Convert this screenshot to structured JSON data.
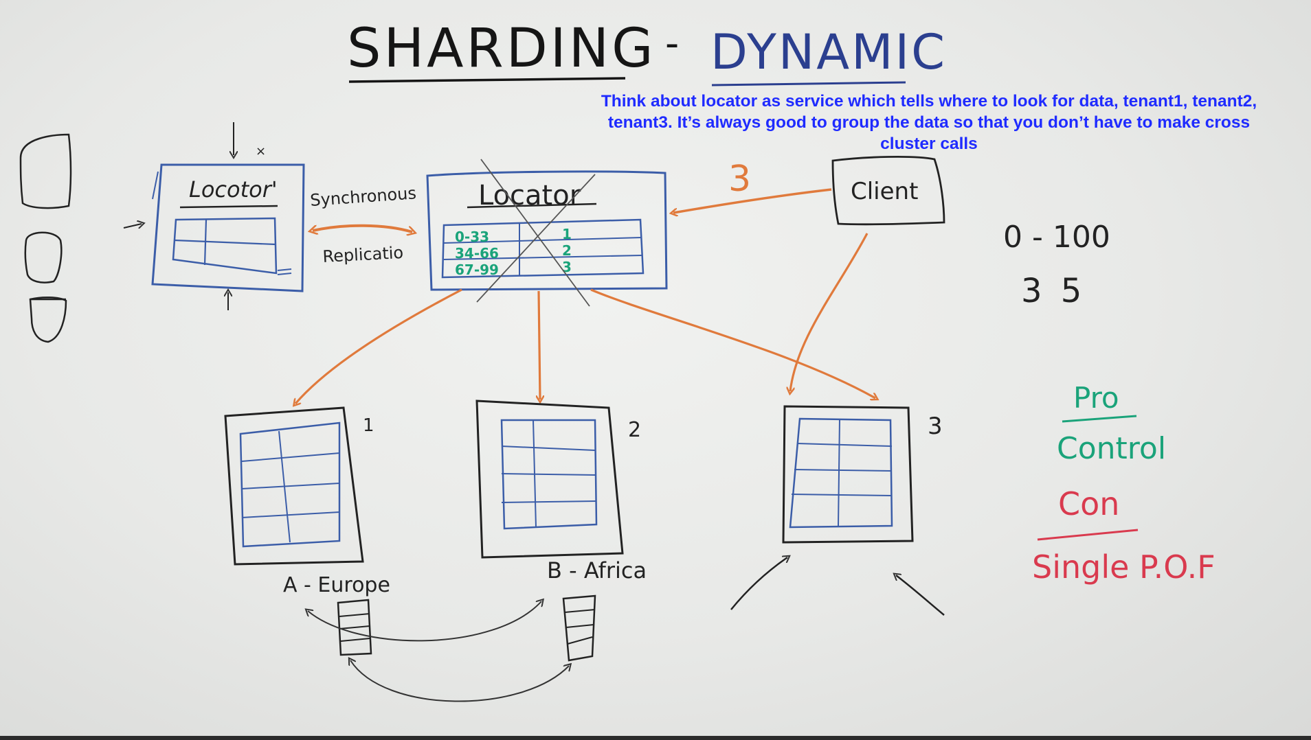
{
  "title": {
    "part1": "SHARDING",
    "dash": "-",
    "part2": "DYNAMIC"
  },
  "annotation": "Think about locator as service which tells where to look for data, tenant1, tenant2, tenant3. It’s always good to group the data so that you don’t have to make cross cluster calls",
  "locator_replica": {
    "label": "Locotor'"
  },
  "locator": {
    "label": "Locator",
    "rows": [
      {
        "range": "0-33",
        "shard": "1"
      },
      {
        "range": "34-66",
        "shard": "2"
      },
      {
        "range": "67-99",
        "shard": "3"
      }
    ]
  },
  "replication": {
    "line1": "Synchronous",
    "line2": "Replicatio"
  },
  "client": {
    "label": "Client",
    "request_number": "3"
  },
  "range_note": {
    "range": "0 - 100",
    "value": "3 5"
  },
  "shards": [
    {
      "number": "1",
      "label": "A - Europe"
    },
    {
      "number": "2",
      "label": "B - Africa"
    },
    {
      "number": "3",
      "label": ""
    }
  ],
  "pro": {
    "heading": "Pro",
    "text": "Control"
  },
  "con": {
    "heading": "Con",
    "text": "Single P.O.F"
  },
  "colors": {
    "ink": "#1c1c1c",
    "blue_ink": "#3b5da8",
    "orange": "#e07a3c",
    "green": "#1aa37a",
    "red": "#d93a4e",
    "annotation": "#1f2bff"
  }
}
